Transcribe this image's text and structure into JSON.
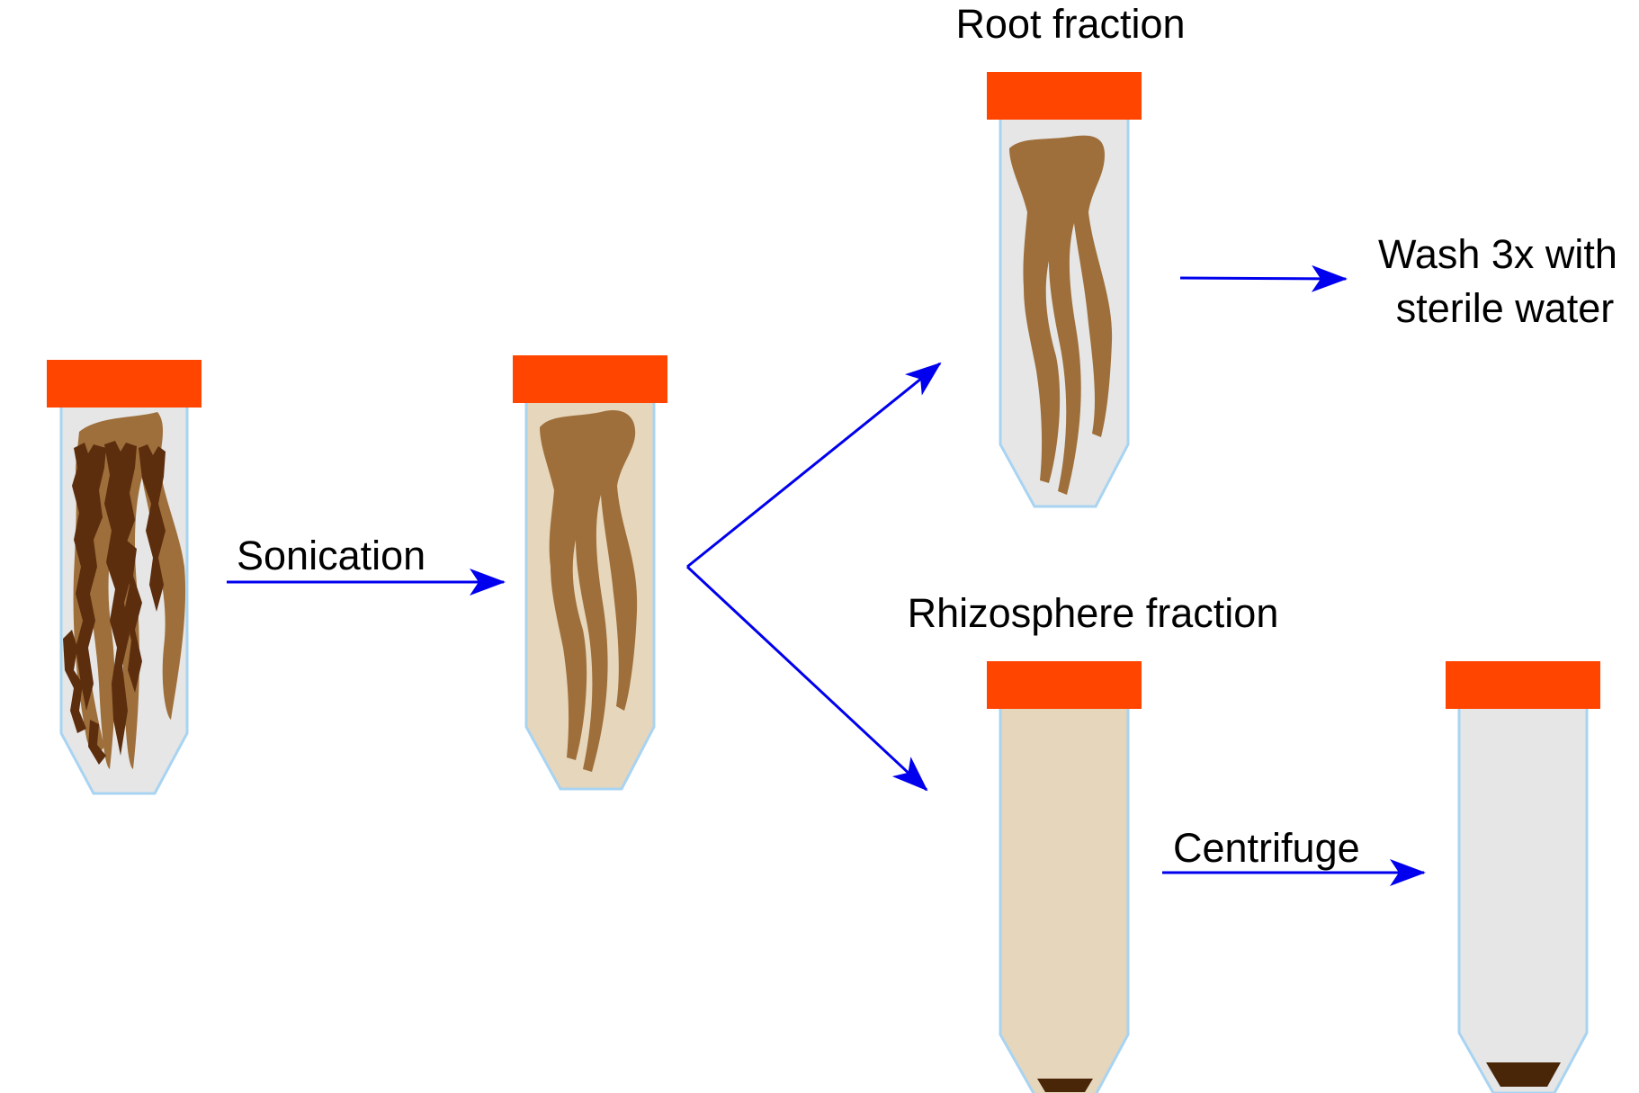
{
  "labels": {
    "sonication": "Sonication",
    "root_fraction": "Root fraction",
    "rhizosphere_fraction": "Rhizosphere fraction",
    "wash_line1": "Wash 3x with",
    "wash_line2": "sterile water",
    "centrifuge": "Centrifuge"
  },
  "colors": {
    "cap": "#ff4500",
    "tube_outline": "#a8d4f2",
    "tube_fill_clear": "#e6e6e6",
    "tube_fill_suspension": "#e6d6bc",
    "root": "#9e6f3a",
    "soil": "#5c2e0e",
    "pellet": "#4a2608",
    "arrow": "#0000ee"
  }
}
